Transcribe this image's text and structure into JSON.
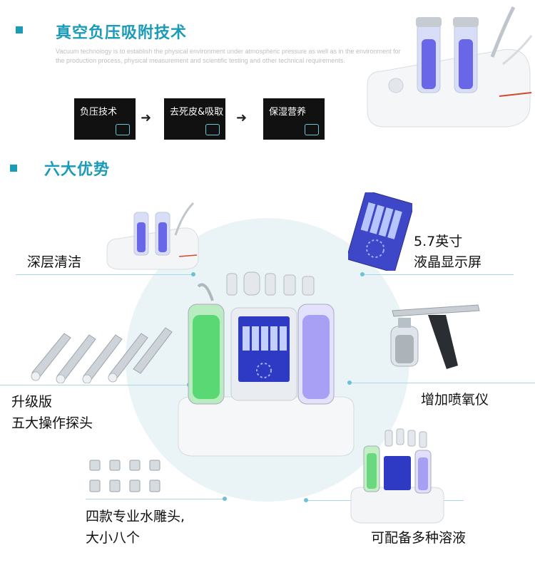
{
  "section1": {
    "title": "真空负压吸附技术",
    "description": "Vacuum technology is to establish the physical environment under atmospheric pressure as well as in the environment for the production process, physical measurement and scientific testing and other technical requirements.",
    "flow": [
      {
        "label": "负压技术"
      },
      {
        "label": "去死皮&吸取"
      },
      {
        "label": "保湿营养"
      }
    ]
  },
  "section2": {
    "title": "六大优势",
    "features": {
      "deep_clean": "深层清洁",
      "lcd_line1": "5.7英寸",
      "lcd_line2": "液晶显示屏",
      "probes_line1": "升级版",
      "probes_line2": "五大操作探头",
      "oxygen": "增加喷氧仪",
      "tips_line1": "四款专业水雕头,",
      "tips_line2": "大小八个",
      "solution": "可配备多种溶液"
    }
  },
  "device_screen_label": "",
  "colors": {
    "accent": "#1a9bb8",
    "circle": "#eaf4f6",
    "line": "#a9d9e4"
  }
}
